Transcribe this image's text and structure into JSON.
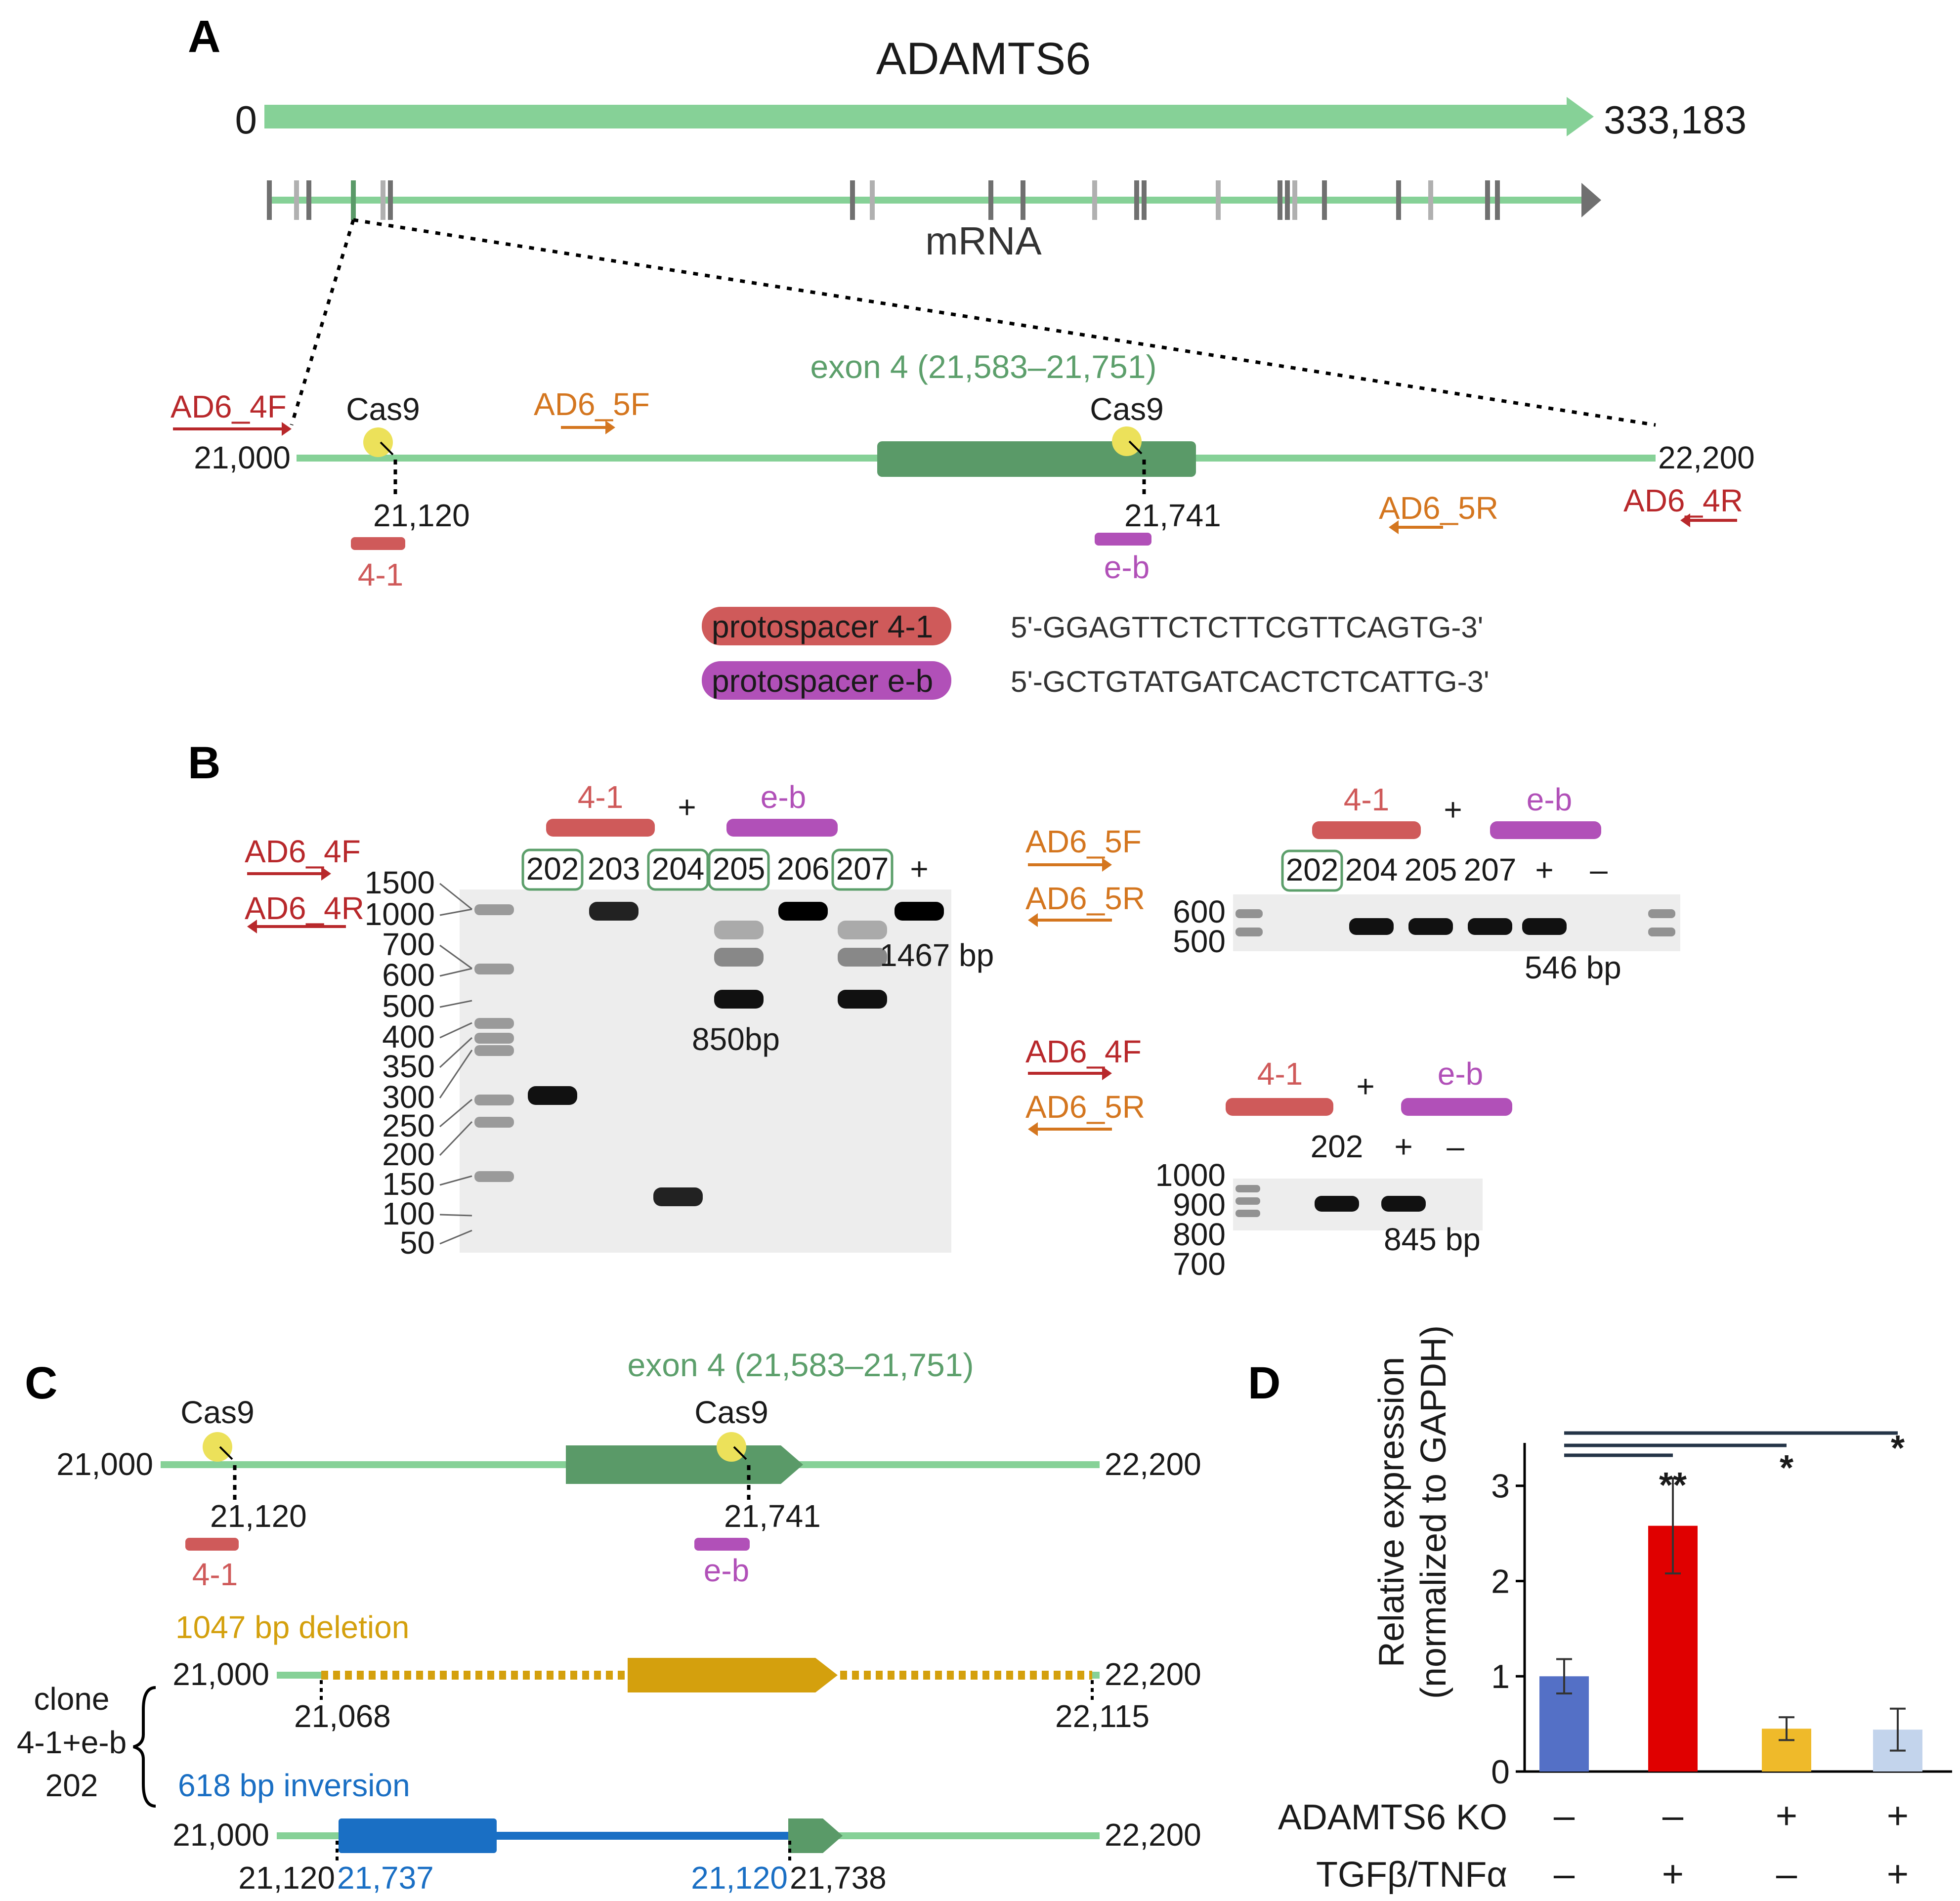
{
  "colors": {
    "gene_green": "#86d197",
    "exon_dark": "#5a9a68",
    "exon_label": "#5c9f6b",
    "red": "#cf5a5a",
    "primer_red": "#b8282b",
    "orange": "#d4761f",
    "magenta": "#b150b8",
    "cas9": "#ece15a",
    "gold": "#d4a00d",
    "blue": "#1a6fc4",
    "bar_blue": "#5470c6",
    "bar_red": "#e00000",
    "bar_gold": "#efba2a",
    "bar_light": "#c3d4ec",
    "gel_bg": "#ededed",
    "box_green": "#5c9f6b"
  },
  "icons": [
    "cas9-circle-icon",
    "arrow-icon",
    "dashed-cut-line-icon"
  ],
  "panelA": {
    "panel_label": "A",
    "gene_name": "ADAMTS6",
    "gene_start": "0",
    "gene_end": "333,183",
    "mrna_label": "mRNA",
    "exon_label": "exon 4 (21,583–21,751)",
    "zoom_start": "21,000",
    "zoom_end": "22,200",
    "cas9_left": "Cas9",
    "cas9_right": "Cas9",
    "cut_left": "21,120",
    "cut_right": "21,741",
    "guide_left": "4-1",
    "guide_right": "e-b",
    "primer_4f": "AD6_4F",
    "primer_5f": "AD6_5F",
    "primer_5r": "AD6_5R",
    "primer_4r": "AD6_4R",
    "proto_41_name": "protospacer 4-1",
    "proto_41_seq": "5'-GGAGTTCTCTTCGTTCAGTG-3'",
    "proto_eb_name": "protospacer e-b",
    "proto_eb_seq": "5'-GCTGTATGATCACTCTCATTG-3'"
  },
  "panelB": {
    "panel_label": "B",
    "guide_a": "4-1",
    "plus": "+",
    "minus": "–",
    "guide_b": "e-b",
    "gel1_primer_f": "AD6_4F",
    "gel1_primer_r": "AD6_4R",
    "gel1_lanes": [
      "202",
      "203",
      "204",
      "205",
      "206",
      "207",
      "+"
    ],
    "gel1_ladder": [
      "1500",
      "1000",
      "700",
      "600",
      "500",
      "400",
      "350",
      "300",
      "250",
      "200",
      "150",
      "100",
      "50"
    ],
    "gel1_band_label_a": "1467 bp",
    "gel1_band_label_b": "850bp",
    "gel2_primer_f": "AD6_5F",
    "gel2_primer_r": "AD6_5R",
    "gel2_lanes": [
      "202",
      "204",
      "205",
      "207",
      "+",
      "–"
    ],
    "gel2_ladder": [
      "600",
      "500"
    ],
    "gel2_band_label": "546 bp",
    "gel3_primer_f": "AD6_4F",
    "gel3_primer_r": "AD6_5R",
    "gel3_lanes": [
      "202",
      "+",
      "–"
    ],
    "gel3_ladder": [
      "1000",
      "900",
      "800",
      "700"
    ],
    "gel3_band_label": "845 bp"
  },
  "panelC": {
    "panel_label": "C",
    "exon_label": "exon 4 (21,583–21,751)",
    "cas9_left": "Cas9",
    "cas9_right": "Cas9",
    "start": "21,000",
    "end": "22,200",
    "cut_left": "21,120",
    "cut_right": "21,741",
    "guide_left": "4-1",
    "guide_right": "e-b",
    "deletion_label": "1047 bp deletion",
    "del_start": "21,000",
    "del_end": "22,200",
    "del_left": "21,068",
    "del_right": "22,115",
    "clone_line1": "clone",
    "clone_line2": "4-1+e-b",
    "clone_line3": "202",
    "inversion_label": "618 bp inversion",
    "inv_start": "21,000",
    "inv_end": "22,200",
    "inv_a": "21,120",
    "inv_b": "21,737",
    "inv_c": "21,120",
    "inv_d": "21,738"
  },
  "panelD": {
    "panel_label": "D",
    "row1_label": "ADAMTS6 KO",
    "row2_label": "TGFβ/TNFα",
    "row1_signs": [
      "–",
      "–",
      "+",
      "+"
    ],
    "row2_signs": [
      "–",
      "+",
      "–",
      "+"
    ],
    "sig": [
      "**",
      "*",
      "*"
    ]
  },
  "chart_data": {
    "type": "bar",
    "categories": [
      "KO – / TGFβ/TNFα –",
      "KO – / TGFβ/TNFα +",
      "KO + / TGFβ/TNFα –",
      "KO + / TGFβ/TNFα +"
    ],
    "values": [
      1.0,
      2.58,
      0.45,
      0.44
    ],
    "errors": [
      0.18,
      0.5,
      0.12,
      0.22
    ],
    "colors": [
      "#5470c6",
      "#e00000",
      "#efba2a",
      "#c3d4ec"
    ],
    "ylabel_line1": "Relative expression",
    "ylabel_line2": "(normalized to GAPDH)",
    "yticks": [
      0,
      1,
      2,
      3
    ],
    "ylim": [
      0,
      3.45
    ],
    "significance": [
      "**",
      "*",
      "*"
    ]
  }
}
